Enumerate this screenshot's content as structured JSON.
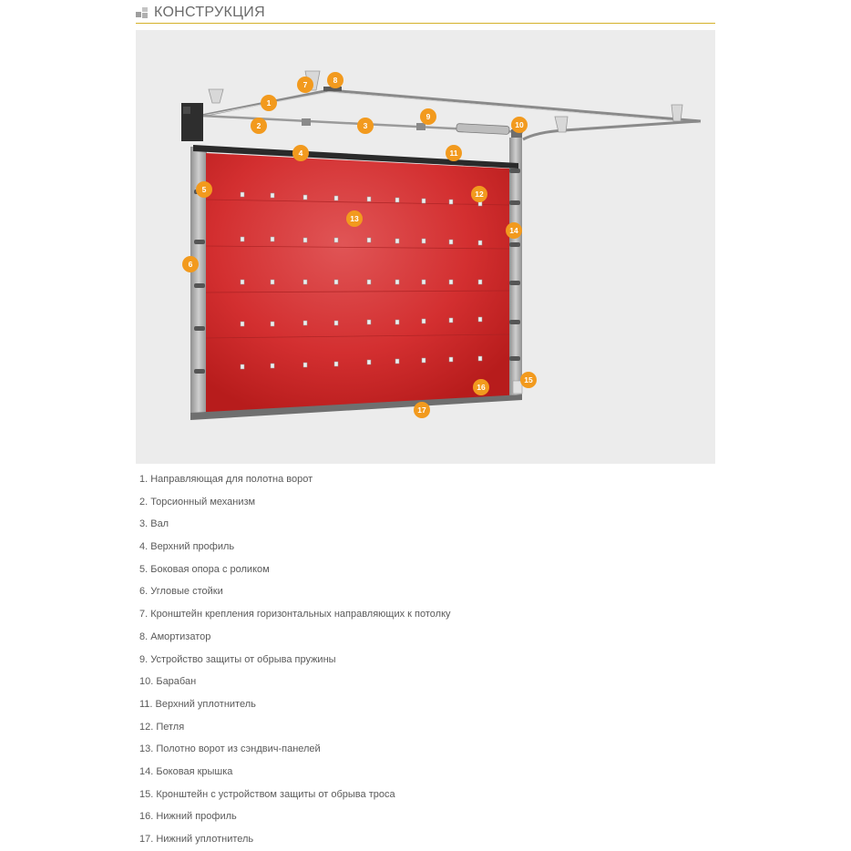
{
  "header": {
    "title": "КОНСТРУКЦИЯ",
    "icon": "grid-blocks-icon",
    "accent_color": "#d4b22a"
  },
  "diagram": {
    "panel_color": "#d32f30",
    "marker_color": "#f29a1e",
    "markers": [
      {
        "number": "1"
      },
      {
        "number": "2"
      },
      {
        "number": "3"
      },
      {
        "number": "4"
      },
      {
        "number": "5"
      },
      {
        "number": "6"
      },
      {
        "number": "7"
      },
      {
        "number": "8"
      },
      {
        "number": "9"
      },
      {
        "number": "10"
      },
      {
        "number": "11"
      },
      {
        "number": "12"
      },
      {
        "number": "13"
      },
      {
        "number": "14"
      },
      {
        "number": "15"
      },
      {
        "number": "16"
      },
      {
        "number": "17"
      }
    ]
  },
  "legend": {
    "items": [
      "1. Направляющая для полотна ворот",
      "2. Торсионный механизм",
      "3. Вал",
      "4. Верхний профиль",
      "5. Боковая опора с роликом",
      "6. Угловые стойки",
      "7. Кронштейн крепления горизонтальных направляющих к потолку",
      "8. Амортизатор",
      "9. Устройство защиты от обрыва пружины",
      "10. Барабан",
      "11. Верхний уплотнитель",
      "12. Петля",
      "13. Полотно ворот из сэндвич-панелей",
      "14. Боковая крышка",
      "15. Кронштейн с устройством защиты от обрыва троса",
      "16. Нижний профиль",
      "17. Нижний уплотнитель"
    ]
  }
}
